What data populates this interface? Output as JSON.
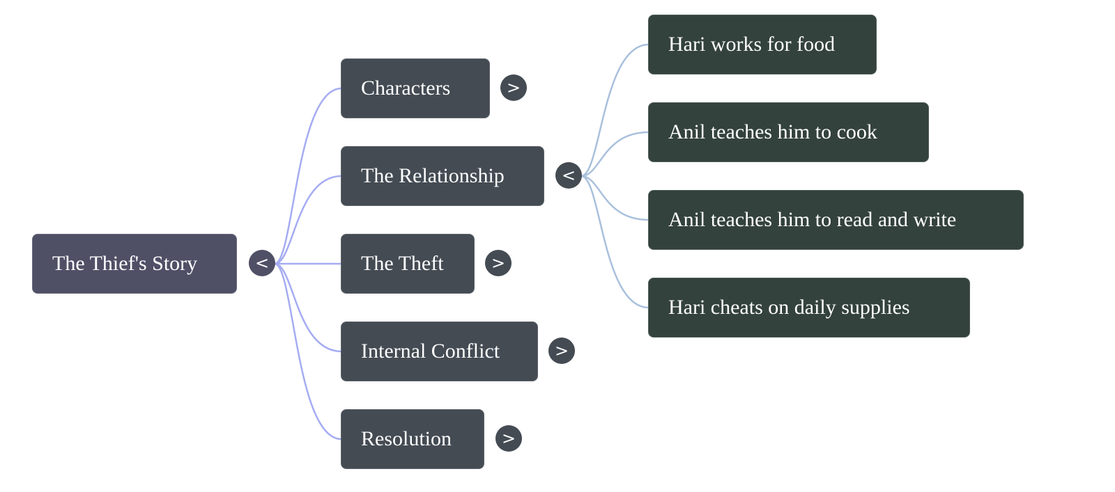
{
  "mindmap": {
    "root": {
      "label": "The Thief's Story",
      "toggle": "<"
    },
    "branches": [
      {
        "label": "Characters",
        "toggle": ">"
      },
      {
        "label": "The Relationship",
        "toggle": "<"
      },
      {
        "label": "The Theft",
        "toggle": ">"
      },
      {
        "label": "Internal Conflict",
        "toggle": ">"
      },
      {
        "label": "Resolution",
        "toggle": ">"
      }
    ],
    "relationship_children": [
      {
        "label": "Hari works for food"
      },
      {
        "label": "Anil teaches him to cook"
      },
      {
        "label": "Anil teaches him to read and write"
      },
      {
        "label": "Hari cheats on daily supplies"
      }
    ]
  },
  "colors": {
    "root_fill": "#4f5066",
    "branch_fill": "#444b53",
    "leaf_fill": "#34423e",
    "root_link": "#a5acf2",
    "leaf_link": "#a9c0dc"
  }
}
